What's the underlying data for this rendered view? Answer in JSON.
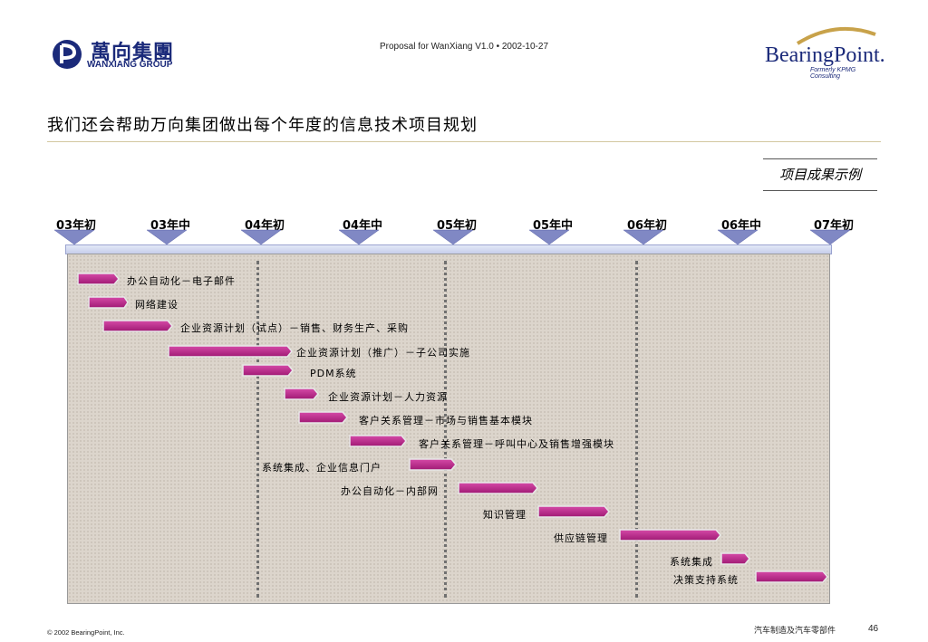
{
  "header": {
    "note": "Proposal for WanXiang V1.0  •  2002-10-27",
    "logo_left_cn": "萬向集團",
    "logo_left_en": "WANXIANG GROUP",
    "logo_right_name": "BearingPoint.",
    "logo_right_sub": "Formerly KPMG Consulting"
  },
  "title": "我们还会帮助万向集团做出每个年度的信息技术项目规划",
  "tag": "项目成果示例",
  "milestones": [
    "03年初",
    "03年中",
    "04年初",
    "04年中",
    "05年初",
    "05年中",
    "06年初",
    "06年中",
    "07年初"
  ],
  "tasks": [
    {
      "label": "办公自动化－电子邮件"
    },
    {
      "label": "网络建设"
    },
    {
      "label": "企业资源计划（试点）－销售、财务生产、采购"
    },
    {
      "label": "企业资源计划（推广）－子公司实施"
    },
    {
      "label": "PDM系统"
    },
    {
      "label": "企业资源计划－人力资源"
    },
    {
      "label": "客户关系管理－市场与销售基本模块"
    },
    {
      "label": "客户关系管理－呼叫中心及销售增强模块"
    },
    {
      "label": "系统集成、企业信息门户"
    },
    {
      "label": "办公自动化－内部网"
    },
    {
      "label": "知识管理"
    },
    {
      "label": "供应链管理"
    },
    {
      "label": "系统集成"
    },
    {
      "label": "决策支持系统"
    }
  ],
  "colors": {
    "bar": "#c0278a",
    "milestone": "#8088c4",
    "accent": "#1b2a7a"
  },
  "footer": {
    "copyright": "© 2002 BearingPoint, Inc.",
    "dept": "汽车制造及汽车零部件",
    "page": "46"
  }
}
